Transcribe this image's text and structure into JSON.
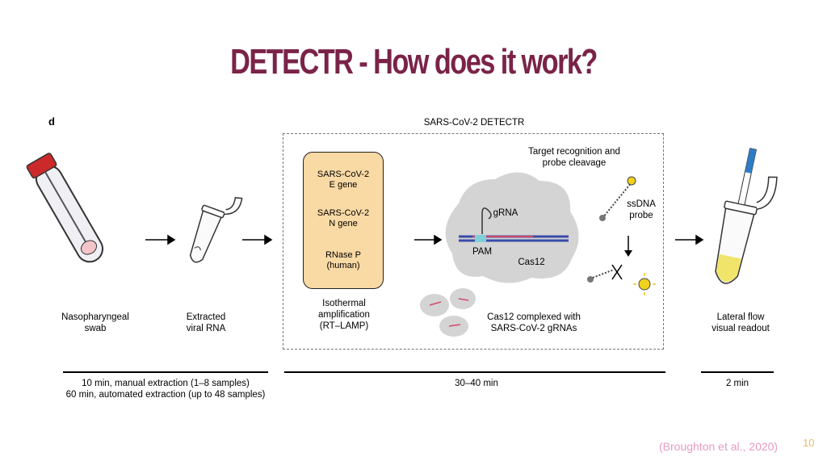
{
  "slide": {
    "title": "DETECTR - How does it work?",
    "citation": "(Broughton et al., 2020)",
    "page_number": "10"
  },
  "figure": {
    "panel_letter": "d",
    "box_title": "SARS-CoV-2 DETECTR",
    "steps": {
      "swab": "Nasopharyngeal\nswab",
      "rna": "Extracted\nviral RNA",
      "amplification": "Isothermal\namplification\n(RT–LAMP)",
      "complex": "Cas12 complexed with\nSARS-CoV-2 gRNAs",
      "readout": "Lateral flow\nvisual readout"
    },
    "genes": {
      "e_gene": "SARS-CoV-2\nE gene",
      "n_gene": "SARS-CoV-2\nN gene",
      "rnase": "RNase P\n(human)"
    },
    "cas12": {
      "target": "Target recognition and\nprobe cleavage",
      "grna": "gRNA",
      "pam": "PAM",
      "cas12": "Cas12",
      "ssdna": "ssDNA\nprobe"
    },
    "timeline": {
      "extraction": "10 min, manual extraction (1–8 samples)\n60 min, automated extraction (up to 48 samples)",
      "detectr": "30–40 min",
      "readout": "2 min"
    }
  },
  "colors": {
    "title": "#7a2348",
    "gene_box": "#f9d9a4",
    "citation": "#e79bc3",
    "page_number": "#e7b86a"
  }
}
